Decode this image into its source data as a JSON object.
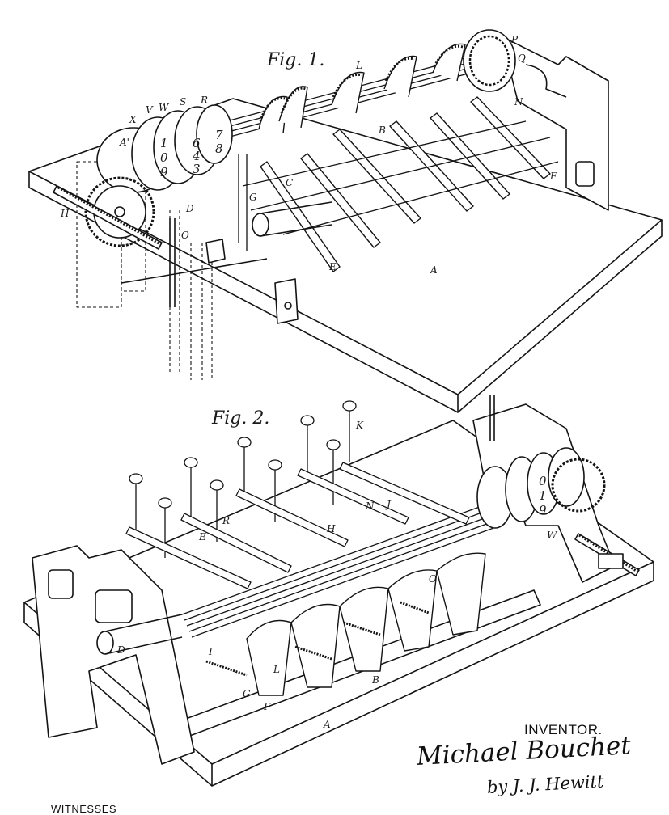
{
  "figure_labels": {
    "fig1": "Fig. 1.",
    "fig2": "Fig. 2."
  },
  "fig1_letters": [
    "A",
    "A'",
    "B",
    "C",
    "D",
    "E",
    "F",
    "G",
    "H",
    "L",
    "N",
    "O",
    "P",
    "Q",
    "R",
    "S",
    "V",
    "W",
    "X"
  ],
  "fig1_digits": [
    "1",
    "0",
    "9",
    "6",
    "4",
    "3",
    "7",
    "8"
  ],
  "fig2_letters": [
    "A",
    "B",
    "D",
    "E",
    "F",
    "G",
    "H",
    "I",
    "J",
    "K",
    "L",
    "N",
    "O",
    "R",
    "W"
  ],
  "fig2_digits": [
    "0",
    "1",
    "9"
  ],
  "inventor": {
    "heading": "INVENTOR.",
    "signature_name": "Michael Bouchet",
    "signature_attorney": "by J. J. Hewitt"
  },
  "witnesses": {
    "heading": "WITNESSES"
  },
  "colors": {
    "ink": "#141414",
    "paper": "#ffffff"
  }
}
